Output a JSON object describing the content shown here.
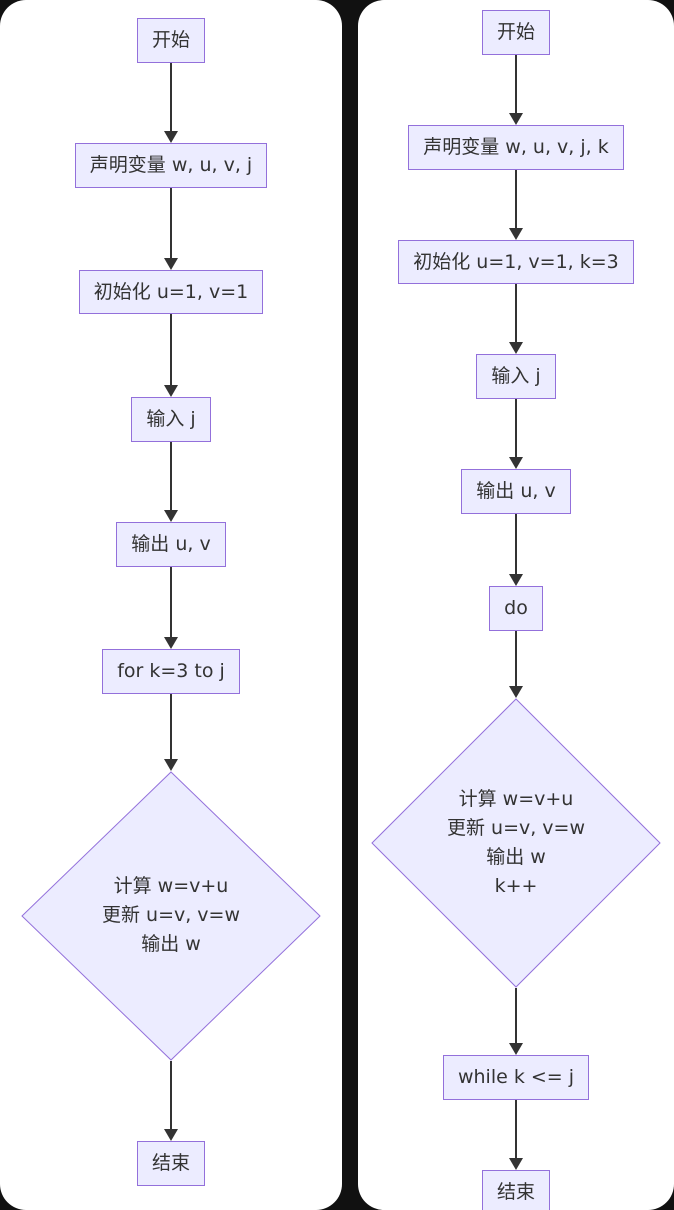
{
  "colors": {
    "node_fill": "#ECECFF",
    "node_border": "#9370DB",
    "arrow": "#333333",
    "panel_bg": "#ffffff",
    "page_bg": "#111111"
  },
  "left_flowchart": {
    "nodes": {
      "start": "开始",
      "declare": "声明变量 w, u, v, j",
      "init": "初始化 u=1, v=1",
      "input": "输入 j",
      "output": "输出 u, v",
      "loop": "for k=3 to j",
      "end": "结束"
    },
    "diamond": {
      "line1": "计算 w=v+u",
      "line2": "更新 u=v, v=w",
      "line3": "输出 w"
    }
  },
  "right_flowchart": {
    "nodes": {
      "start": "开始",
      "declare": "声明变量 w, u, v, j, k",
      "init": "初始化 u=1, v=1, k=3",
      "input": "输入 j",
      "output": "输出 u, v",
      "do": "do",
      "while": "while k <= j",
      "end": "结束"
    },
    "diamond": {
      "line1": "计算 w=v+u",
      "line2": "更新 u=v, v=w",
      "line3": "输出 w",
      "line4": "k++"
    }
  }
}
